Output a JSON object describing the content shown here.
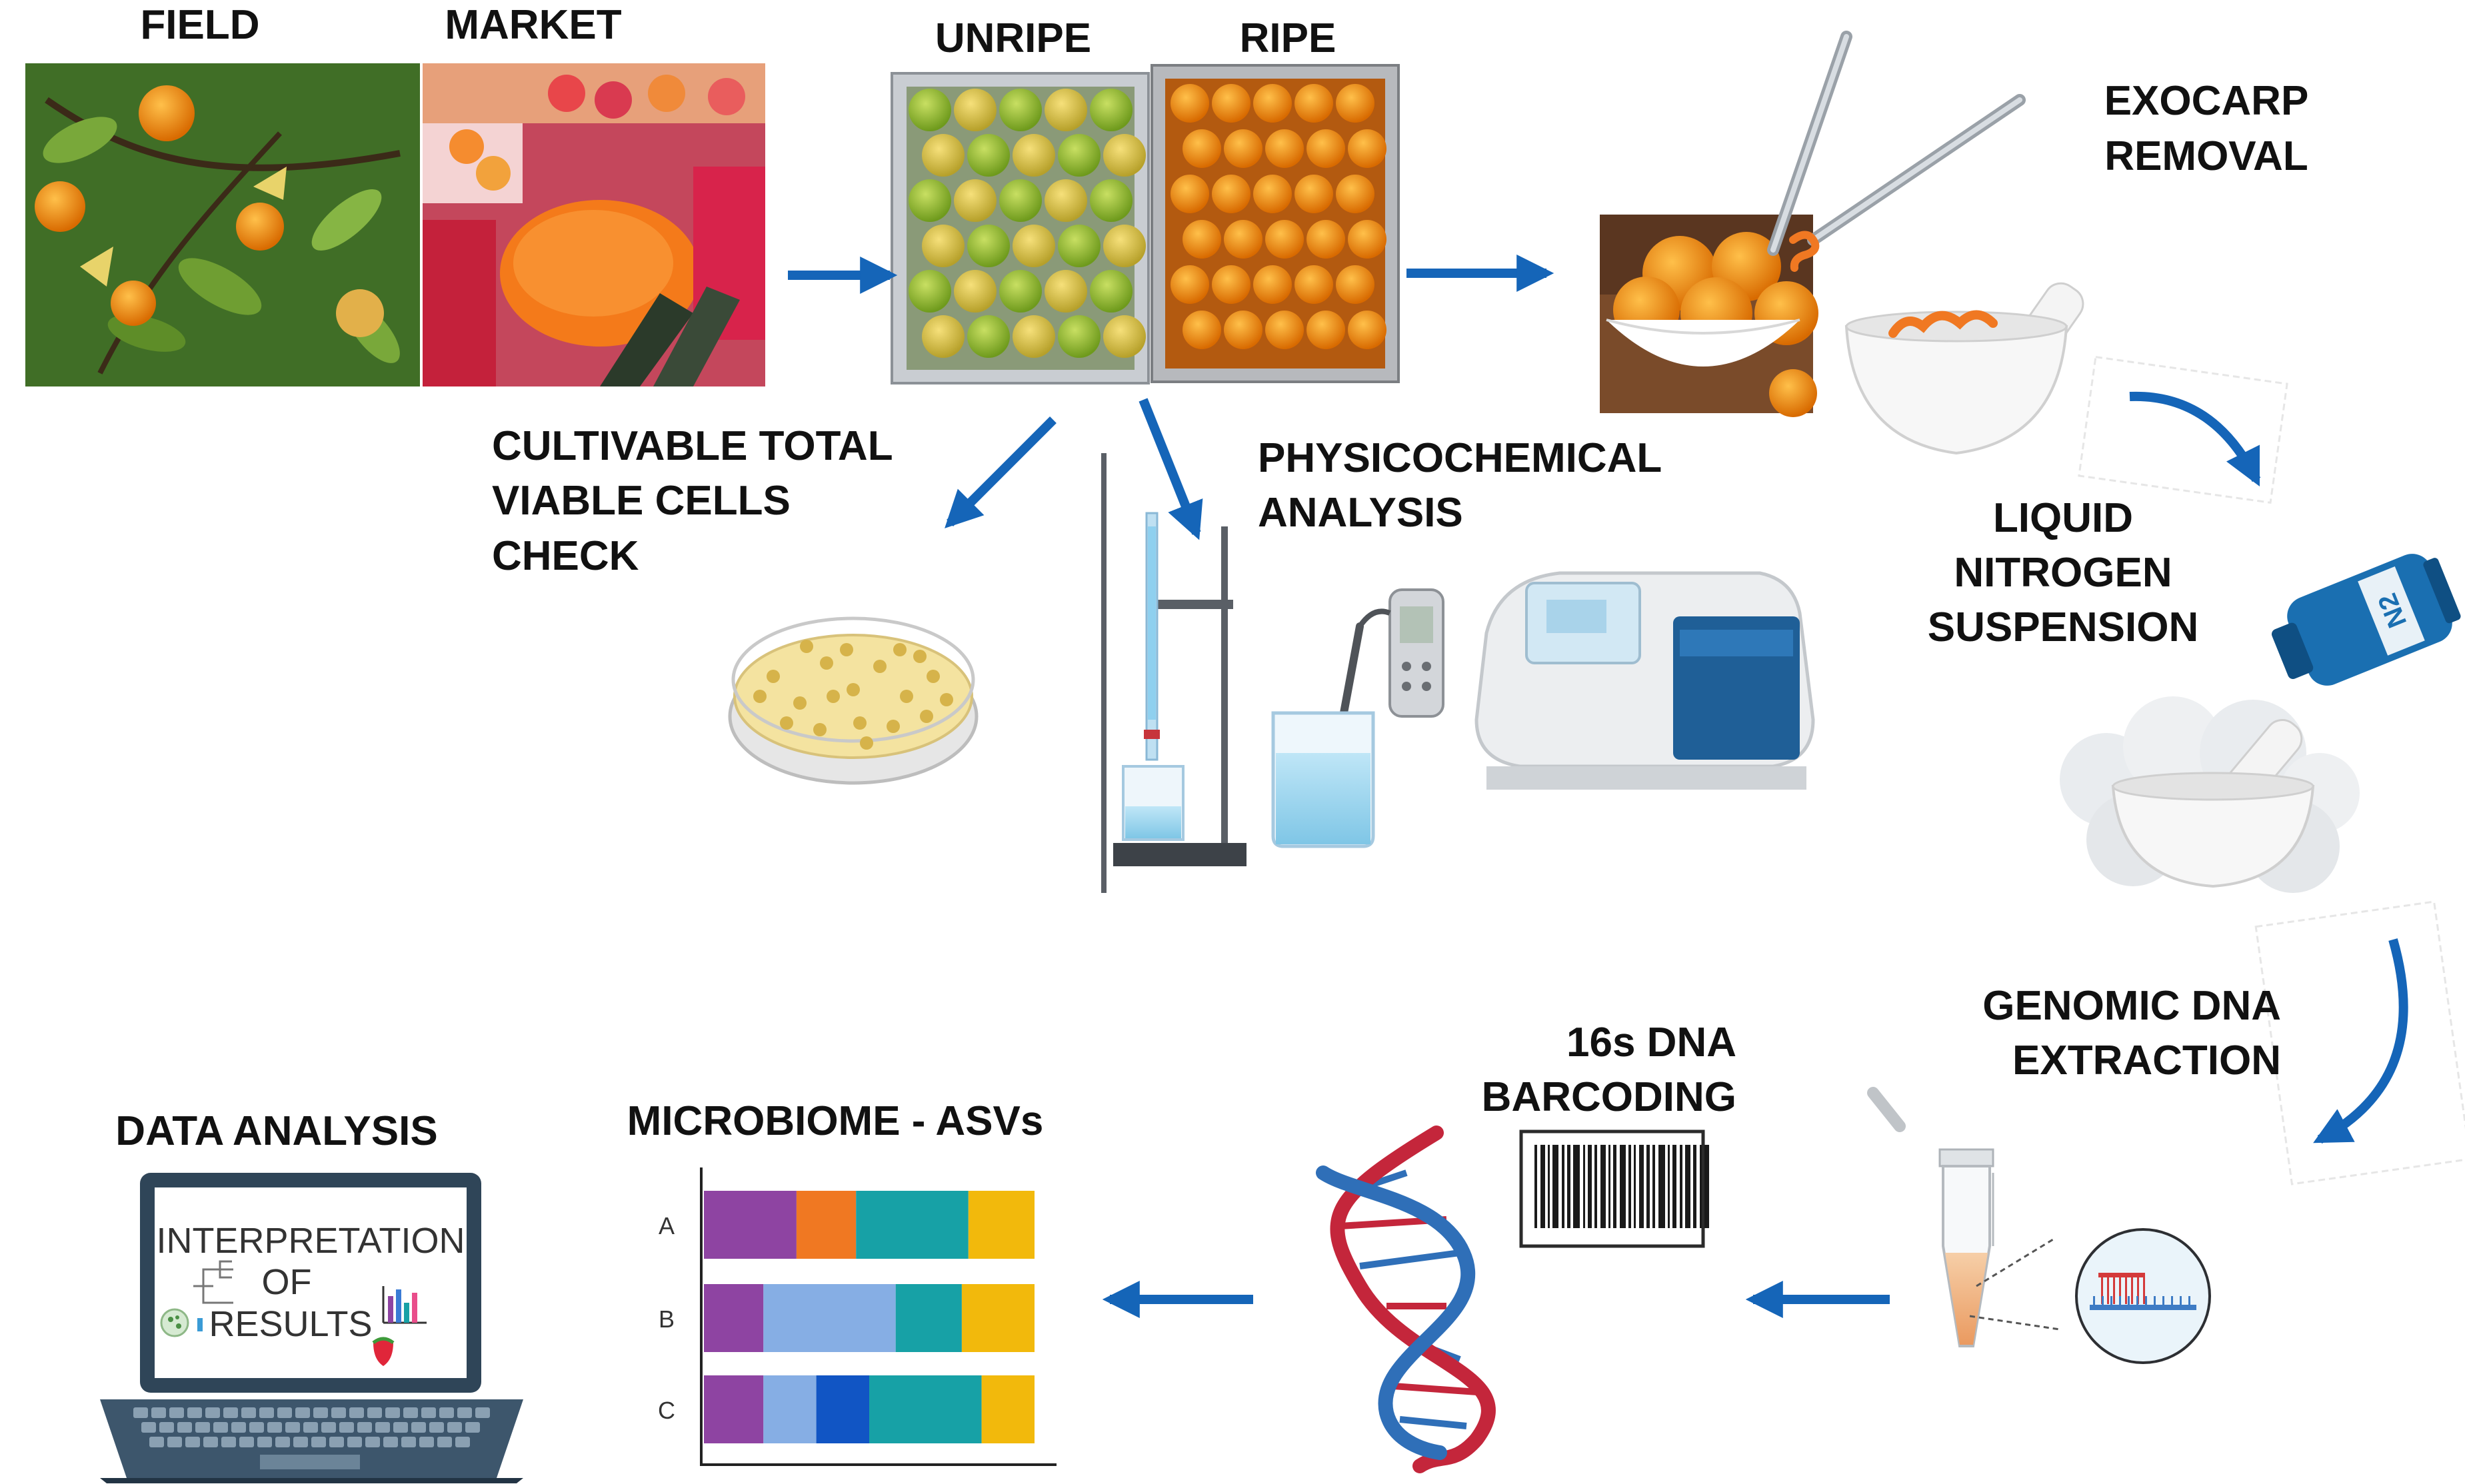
{
  "labels": {
    "field": "FIELD",
    "market": "MARKET",
    "unripe": "UNRIPE",
    "ripe": "RIPE",
    "exocarp_1": "EXOCARP",
    "exocarp_2": "REMOVAL",
    "cultivable_1": "CULTIVABLE TOTAL",
    "cultivable_2": "VIABLE CELLS",
    "cultivable_3": "CHECK",
    "physico_1": "PHYSICOCHEMICAL",
    "physico_2": "ANALYSIS",
    "liquid_1": "LIQUID",
    "liquid_2": "NITROGEN",
    "liquid_3": "SUSPENSION",
    "genomic_1": "GENOMIC DNA",
    "genomic_2": "EXTRACTION",
    "barcoding_1": "16s DNA",
    "barcoding_2": "BARCODING",
    "microbiome": "MICROBIOME - ASVs",
    "data_analysis": "DATA ANALYSIS",
    "screen_1": "INTERPRETATION",
    "screen_2": "OF",
    "screen_3": "RESULTS",
    "n2": "N2"
  },
  "colors": {
    "arrow": "#1565b8",
    "purple": "#8e44a2",
    "orange": "#f07822",
    "teal": "#17a1a6",
    "yellow": "#f2b90c",
    "light_blue": "#86aee4",
    "navy": "#1155c4"
  },
  "chart_data": {
    "type": "bar",
    "stacked": true,
    "orientation": "horizontal",
    "categories": [
      "A",
      "B",
      "C"
    ],
    "series": [
      {
        "color": "#8e44a2",
        "values": [
          14,
          9,
          9
        ]
      },
      {
        "color": "#f07822",
        "values": [
          9,
          0,
          0
        ]
      },
      {
        "color": "#86aee4",
        "values": [
          0,
          20,
          8
        ]
      },
      {
        "color": "#1155c4",
        "values": [
          0,
          0,
          8
        ]
      },
      {
        "color": "#17a1a6",
        "values": [
          17,
          10,
          17
        ]
      },
      {
        "color": "#f2b90c",
        "values": [
          10,
          11,
          8
        ]
      }
    ],
    "xlim": [
      0,
      50
    ],
    "axes_shown": true,
    "grid": false
  }
}
